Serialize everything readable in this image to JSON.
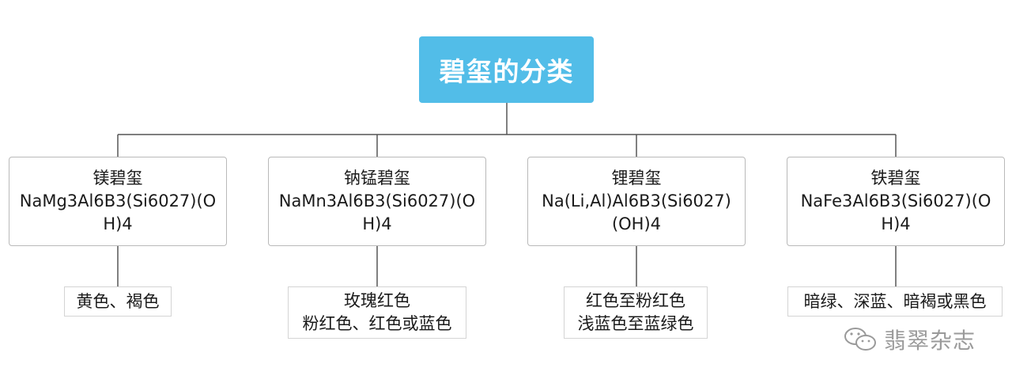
{
  "root": {
    "title": "碧玺的分类"
  },
  "categories": [
    {
      "name": "镁碧玺",
      "formula": "NaMg3Al6B3(Si6027)(OH)4",
      "colors": [
        "黄色、褐色"
      ]
    },
    {
      "name": "钠锰碧玺",
      "formula": "NaMn3Al6B3(Si6027)(OH)4",
      "colors": [
        "玫瑰红色",
        "粉红色、红色或蓝色"
      ]
    },
    {
      "name": "锂碧玺",
      "formula": "Na(Li,Al)Al6B3(Si6027)(OH)4",
      "colors": [
        "红色至粉红色",
        "浅蓝色至蓝绿色"
      ]
    },
    {
      "name": "铁碧玺",
      "formula": "NaFe3Al6B3(Si6027)(OH)4",
      "colors": [
        "暗绿、深蓝、暗褐或黑色"
      ]
    }
  ],
  "watermark": {
    "text": "翡翠杂志",
    "icon": "wechat-icon"
  },
  "style": {
    "root_color": "#52bde8",
    "line_color": "#555555",
    "border_color": "#b9b9b9"
  }
}
